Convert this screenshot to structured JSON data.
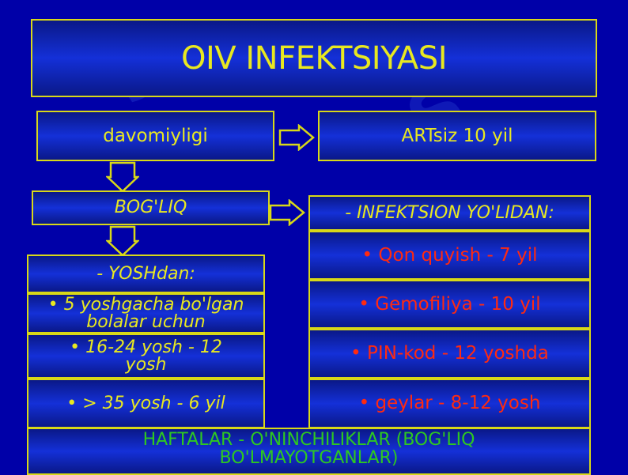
{
  "title": "OIV INFEKTSIYASI",
  "davomiyligi": "davomiyligi",
  "artsiz": "ARTsiz 10 yil",
  "bogliq": "BOG'LIQ",
  "infektsion_header": "- INFEKTSION YO'LIDAN:",
  "yoshdan_header": "- YOSHdan:",
  "age_items": [
    "• 5 yoshgacha bo'lgan bolalar uchun",
    "• 16-24 yosh - 12 yosh",
    "•  > 35 yosh - 6 yil"
  ],
  "infection_items": [
    "• Qon quyish - 7 yil",
    "• Gemofiliya - 10 yil",
    "• PIN-kod - 12 yoshda",
    "• geylar - 8-12 yosh"
  ],
  "footer": "HAFTALAR - O'NINCHILIKLAR (BOG'LIQ BO'LMAYOTGANLAR)",
  "colors": {
    "border": "#d8d818",
    "text_yellow": "#e8e820",
    "text_red": "#ff2a10",
    "text_green": "#2ec820",
    "background": "#0000a8"
  }
}
